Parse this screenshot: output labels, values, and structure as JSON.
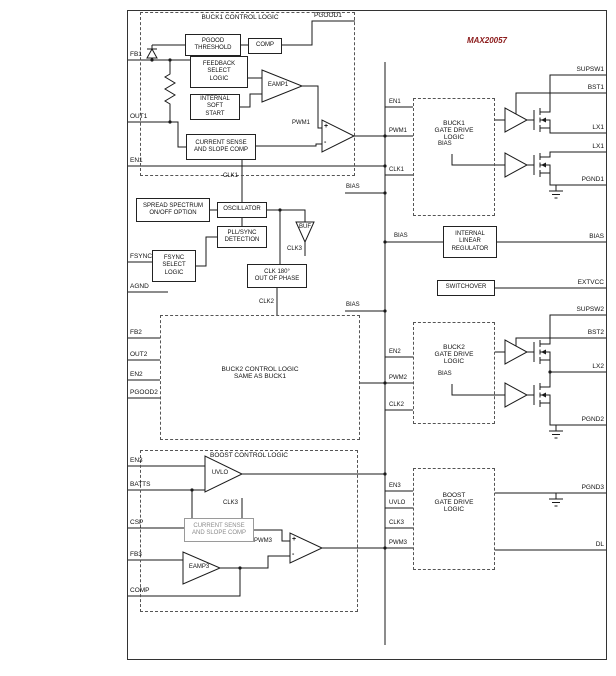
{
  "chip": {
    "name": "MAX20057"
  },
  "colors": {
    "accent": "#8B1A1A",
    "wire": "#1a1a1a"
  },
  "regions": {
    "buck1_control": {
      "title": "BUCK1 CONTROL LOGIC"
    },
    "buck2_control": {
      "label": "BUCK2 CONTROL LOGIC\nSAME AS BUCK1"
    },
    "boost_control": {
      "title": "BOOST CONTROL LOGIC"
    },
    "buck1_gate": {
      "label": "BUCK1\nGATE DRIVE\nLOGIC"
    },
    "buck2_gate": {
      "label": "BUCK2\nGATE DRIVE\nLOGIC"
    },
    "boost_gate": {
      "label": "BOOST\nGATE DRIVE\nLOGIC"
    }
  },
  "blocks": {
    "pgood_threshold": "PGOOD\nTHRESHOLD",
    "comp": "COMP",
    "feedback_select": "FEEDBACK\nSELECT\nLOGIC",
    "soft_start": "INTERNAL\nSOFT\nSTART",
    "current_sense": "CURRENT SENSE\nAND SLOPE COMP",
    "spread_spectrum": "SPREAD SPECTRUM\nON/OFF OPTION",
    "oscillator": "OSCILLATOR",
    "pll_sync": "PLL/SYNC\nDETECTION",
    "fsync_select": "FSYNC\nSELECT\nLOGIC",
    "clk180": "CLK 180°\nOUT OF PHASE",
    "linear_regulator": "INTERNAL\nLINEAR\nREGULATOR",
    "switchover": "SWITCHOVER",
    "boost_current_sense": "CURRENT SENSE\nAND SLOPE COMP"
  },
  "amps": {
    "eamp1": "EAMP1",
    "pwm1": "PWM1",
    "buf": "BUF",
    "uvlo": "UVLO",
    "eamp3": "EAMP3",
    "pwm3": "PWM3",
    "plus": "+",
    "minus": "-"
  },
  "pins": {
    "left": {
      "fb1": "FB1",
      "out1": "OUT1",
      "en1": "EN1",
      "fsync": "FSYNC",
      "agnd": "AGND",
      "fb2": "FB2",
      "out2": "OUT2",
      "en2": "EN2",
      "pgood2": "PGOOD2",
      "en3": "EN3",
      "batts": "BATTS",
      "csp": "CSP",
      "fb3": "FB3",
      "comp": "COMP"
    },
    "right": {
      "supsw1": "SUPSW1",
      "bst1": "BST1",
      "lx1_upper": "LX1",
      "lx1_lower": "LX1",
      "pgnd1": "PGND1",
      "bias": "BIAS",
      "extvcc": "EXTVCC",
      "supsw2": "SUPSW2",
      "bst2": "BST2",
      "lx2": "LX2",
      "pgnd2": "PGND2",
      "pgnd3": "PGND3",
      "dl": "DL"
    }
  },
  "nets": {
    "pgood1": "PGOOD1",
    "clk1": "CLK1",
    "clk2": "CLK2",
    "clk3": "CLK3",
    "bias": "BIAS",
    "en1": "EN1",
    "pwm1": "PWM1",
    "en2": "EN2",
    "pwm2": "PWM2",
    "en3": "EN3",
    "uvlo": "UVLO",
    "pwm3": "PWM3"
  }
}
